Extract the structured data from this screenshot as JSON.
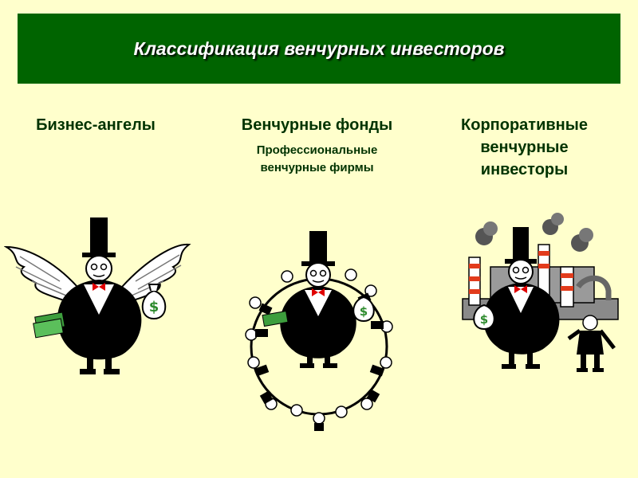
{
  "slide": {
    "title": "Классификация венчурных инвесторов",
    "colors": {
      "title_bg": "#006400",
      "background": "#ffffcc",
      "heading_text": "#003300"
    }
  },
  "columns": [
    {
      "heading": "Бизнес-ангелы",
      "subheading": "",
      "illustration": "winged-tycoon-icon"
    },
    {
      "heading": "Венчурные фонды",
      "subheading_line1": "Профессиональные",
      "subheading_line2": "венчурные фирмы",
      "illustration": "tycoon-ring-of-men-icon"
    },
    {
      "heading_line1": "Корпоративные",
      "heading_line2": "венчурные",
      "heading_line3": "инвесторы",
      "illustration": "tycoon-factory-icon"
    }
  ]
}
